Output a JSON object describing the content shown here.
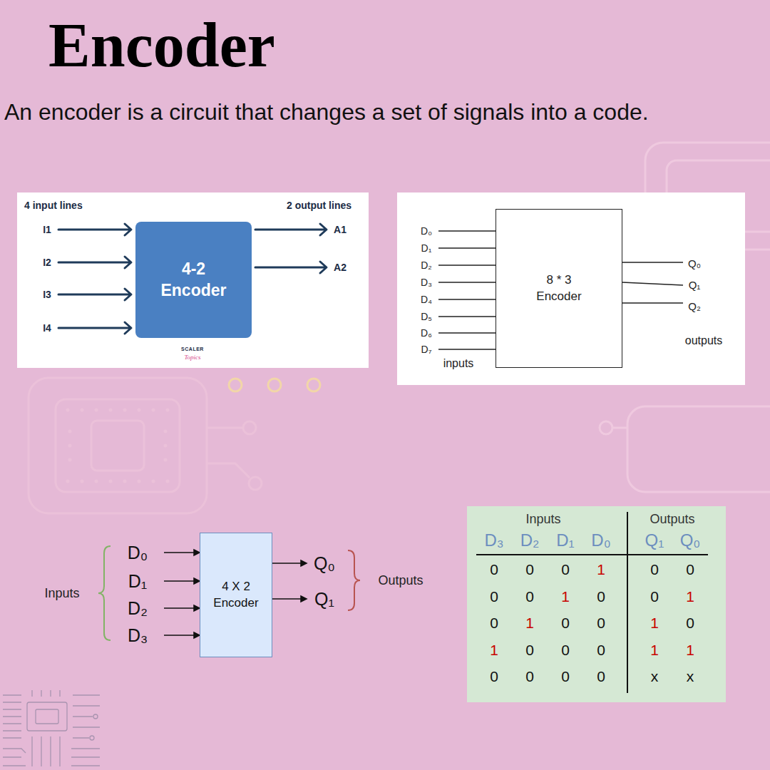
{
  "diagram": {
    "title": "Encoder",
    "caption": "An encoder is a circuit that changes a set of signals into a code.",
    "nodes": [
      {
        "text": [
          "4-2 Encoder"
        ]
      },
      {
        "text": [
          "8 * 3 Encoder"
        ]
      },
      {
        "text": [
          "4 X 2 Encoder"
        ]
      }
    ],
    "labels": [
      "4 input lines",
      "2 output lines",
      "I1",
      "I2",
      "I3",
      "I4",
      "A1",
      "A2",
      "SCALER",
      "Topics",
      "D₀",
      "D₁",
      "D₂",
      "D₃",
      "D₄",
      "D₅",
      "D₆",
      "D₇",
      "Q₀",
      "Q₁",
      "Q₂",
      "outputs",
      "inputs",
      "Inputs",
      "D₀",
      "D₁",
      "D₂",
      "D₃",
      "Q₀",
      "Q₁",
      "Outputs",
      "Inputs",
      "Outputs",
      "D₃",
      "D₂",
      "D₁",
      "D₀",
      "Q₁",
      "Q₀",
      "0",
      "0",
      "0",
      "1",
      "0",
      "0",
      "0",
      "0",
      "1",
      "0",
      "0",
      "1",
      "0",
      "1",
      "0",
      "0",
      "1",
      "0",
      "1",
      "0",
      "0",
      "0",
      "1",
      "1",
      "0",
      "0",
      "0",
      "0",
      "x",
      "x"
    ]
  }
}
